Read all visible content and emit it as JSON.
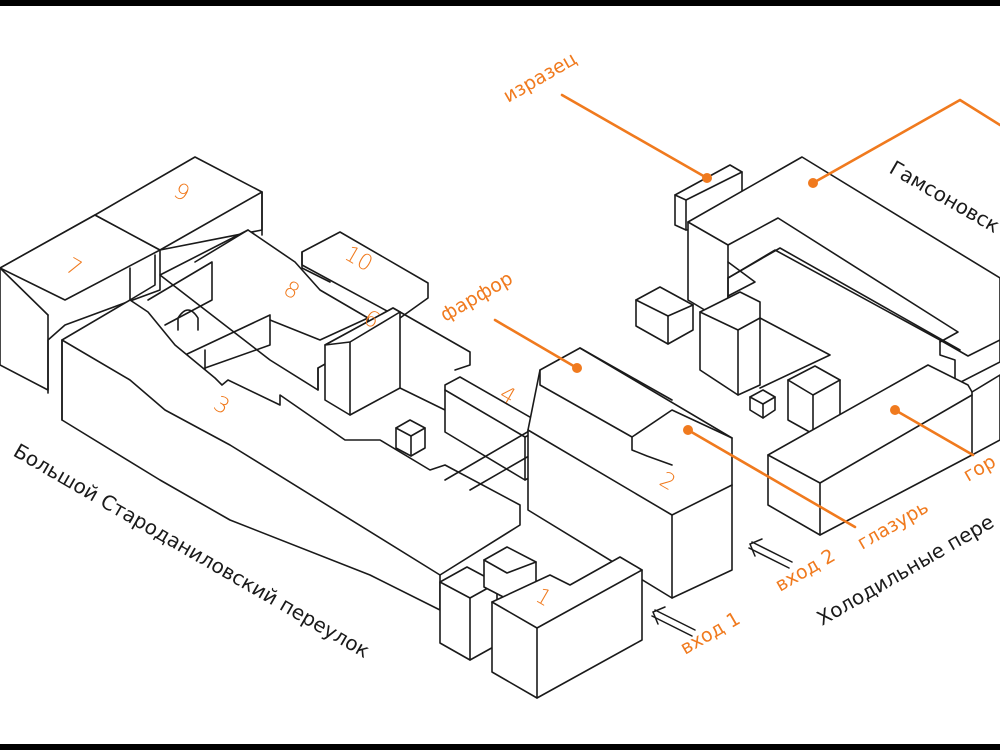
{
  "map": {
    "accent_color": "#f07a1e",
    "line_color": "#1a1a1a",
    "buildings": [
      {
        "id": "1",
        "label": "1"
      },
      {
        "id": "2",
        "label": "2"
      },
      {
        "id": "3",
        "label": "3"
      },
      {
        "id": "4",
        "label": "4"
      },
      {
        "id": "6",
        "label": "6"
      },
      {
        "id": "7",
        "label": "7"
      },
      {
        "id": "8",
        "label": "8"
      },
      {
        "id": "9",
        "label": "9"
      },
      {
        "id": "10",
        "label": "10"
      }
    ],
    "callouts": {
      "izrazets": "изразец",
      "farfor": "фарфор",
      "glazur": "глазурь",
      "gor": "гор",
      "top_right": ""
    },
    "entrances": {
      "entrance_1": "вход 1",
      "entrance_2": "вход 2"
    },
    "streets": {
      "bolshoy": "Большой Староданиловский переулок",
      "gamsonovsky": "Гамсоновск",
      "holodilny": "Холодильные пере"
    }
  }
}
